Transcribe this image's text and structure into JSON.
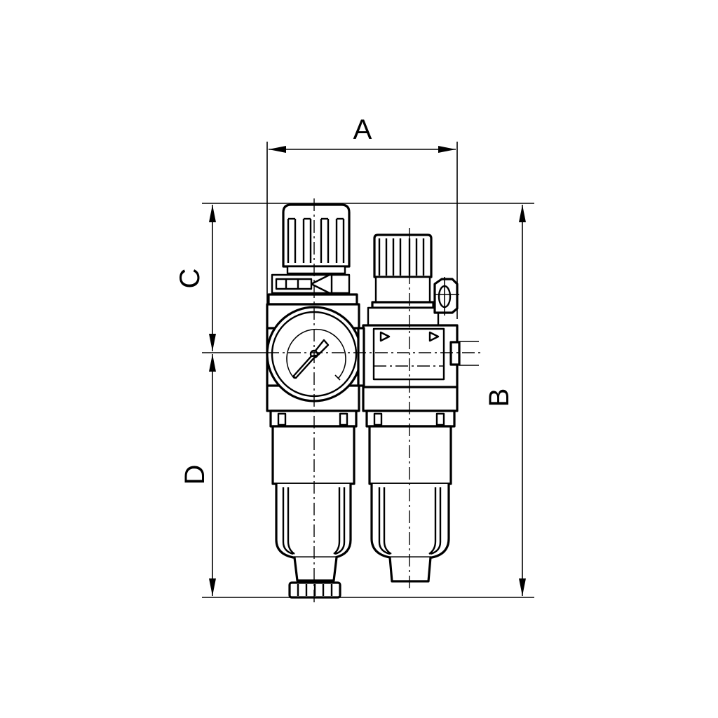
{
  "diagram": {
    "subject": "FRL unit: filter-regulator with pressure gauge and lubricator",
    "colors": {
      "line": "#000000",
      "background": "#ffffff"
    },
    "dimensions": {
      "A": {
        "label": "A",
        "orientation": "horizontal",
        "description": "overall width"
      },
      "B": {
        "label": "B",
        "orientation": "vertical",
        "description": "overall height"
      },
      "C": {
        "label": "C",
        "orientation": "vertical",
        "description": "top to port centerline"
      },
      "D": {
        "label": "D",
        "orientation": "vertical",
        "description": "port centerline to bottom"
      }
    },
    "components": [
      {
        "name": "filter-regulator",
        "features": [
          "adjustment knob",
          "lock nut",
          "pressure gauge",
          "filter bowl",
          "drain"
        ]
      },
      {
        "name": "lubricator",
        "features": [
          "oil adjustment knob",
          "sight glass",
          "flow direction arrows",
          "bowl"
        ]
      }
    ]
  }
}
